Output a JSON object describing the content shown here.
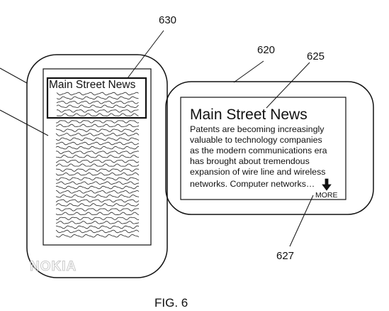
{
  "figure": {
    "caption": "FIG. 6",
    "watermark": "NOKIA"
  },
  "reference_numerals": {
    "highlight_box": "630",
    "landscape_device": "620",
    "expanded_headline": "625",
    "more_control": "627"
  },
  "portrait_device": {
    "headline": "Main Street News"
  },
  "landscape_device": {
    "headline": "Main Street News",
    "body_lines": [
      "Patents are becoming increasingly",
      "valuable to technology companies",
      "as the modern communications era",
      "has brought about tremendous",
      "expansion of wire line and wireless",
      "networks. Computer networks…"
    ],
    "more_label": "MORE",
    "more_icon": "down-arrow-icon"
  }
}
